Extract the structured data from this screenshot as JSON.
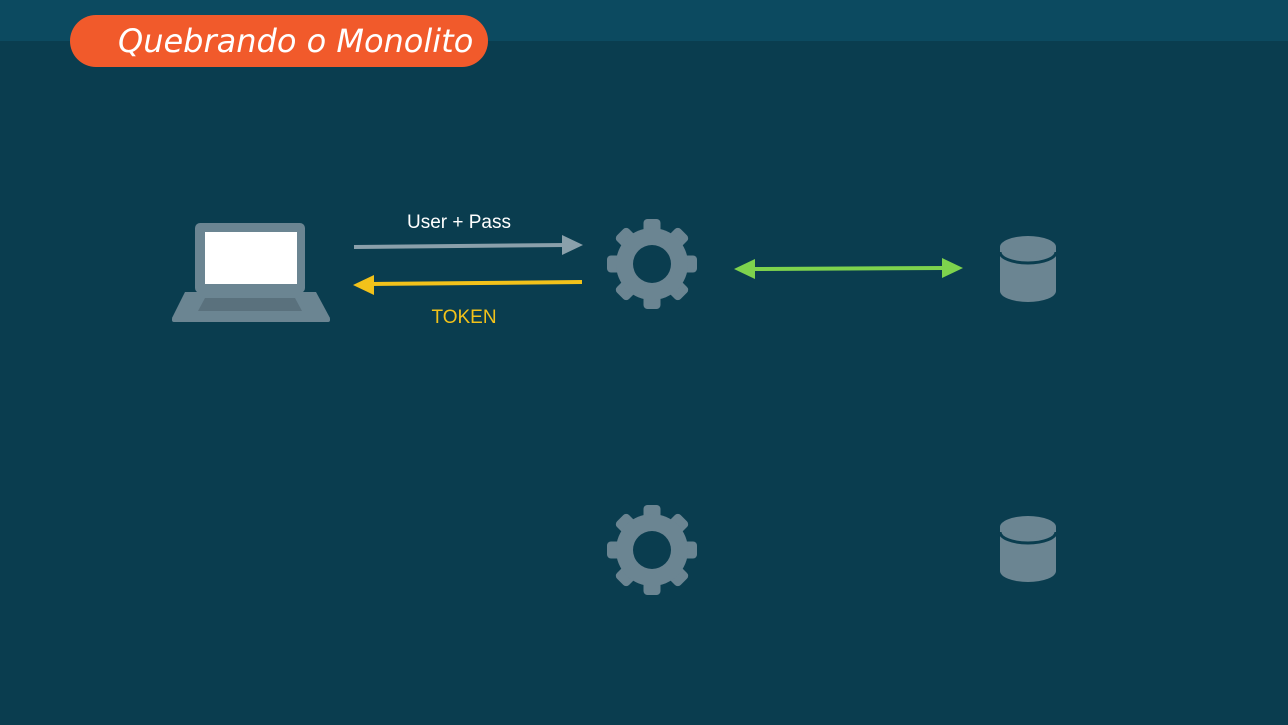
{
  "header": {
    "title": "Quebrando o Monolito"
  },
  "diagram": {
    "request_label": "User + Pass",
    "response_label": "TOKEN",
    "nodes": [
      {
        "icon": "laptop-icon"
      },
      {
        "icon": "gear-icon"
      },
      {
        "icon": "database-icon"
      },
      {
        "icon": "gear-icon"
      },
      {
        "icon": "database-icon"
      }
    ]
  },
  "colors": {
    "background": "#0a3d4f",
    "header_bar": "#0c4a60",
    "title_pill": "#f15a2b",
    "icon_gray": "#6b8592",
    "request_arrow": "#8aa0ab",
    "response_arrow": "#f2c21a",
    "db_arrow": "#7ed34d"
  }
}
